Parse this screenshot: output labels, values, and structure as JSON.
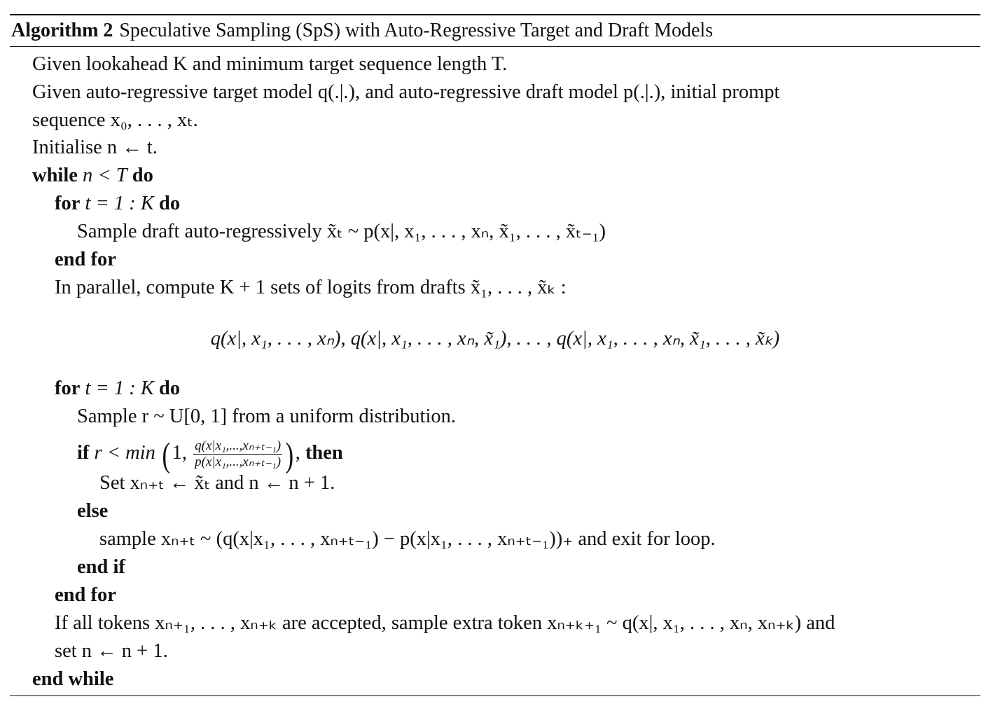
{
  "algorithm": {
    "label": "Algorithm 2",
    "title": "Speculative Sampling (SpS) with Auto-Regressive Target and Draft Models"
  },
  "keywords": {
    "while": "while",
    "do": "do",
    "for": "for",
    "end_for": "end for",
    "if": "if",
    "then": "then",
    "else": "else",
    "end_if": "end if",
    "end_while": "end while"
  },
  "lines": {
    "given_lookahead": "Given lookahead K and minimum target sequence length T.",
    "given_models_1": "Given auto-regressive target model q(.|.), and auto-regressive draft model p(.|.), initial prompt",
    "given_models_2": "sequence x₀, . . . , xₜ.",
    "initialise": "Initialise n ← t.",
    "while_cond": "n < T",
    "for_range": "t = 1 : K",
    "sample_draft": "Sample draft auto-regressively x̃ₜ ~ p(x|, x₁, . . . , xₙ, x̃₁, . . . , x̃ₜ₋₁)",
    "in_parallel": "In parallel, compute K + 1 sets of logits from drafts x̃₁, . . . , x̃ₖ :",
    "display_logits": "q(x|, x₁, . . . , xₙ),  q(x|, x₁, . . . , xₙ, x̃₁),  . . . ,  q(x|, x₁, . . . , xₙ, x̃₁, . . . , x̃ₖ)",
    "sample_uniform": "Sample r ~ U[0, 1] from a uniform distribution.",
    "if_cond_prefix": "r < min",
    "if_frac_num": "q(x|x₁,...,xₙ₊ₜ₋₁)",
    "if_frac_den": "p(x|x₁,...,xₙ₊ₜ₋₁)",
    "set_accept": "Set xₙ₊ₜ ← x̃ₜ and n ← n + 1.",
    "sample_reject": "sample xₙ₊ₜ ~ (q(x|x₁, . . . , xₙ₊ₜ₋₁) − p(x|x₁, . . . , xₙ₊ₜ₋₁))₊ and exit for loop.",
    "all_accepted_1": "If all tokens xₙ₊₁, . . . , xₙ₊ₖ are accepted, sample extra token xₙ₊ₖ₊₁ ~ q(x|, x₁, . . . , xₙ, xₙ₊ₖ) and",
    "all_accepted_2": "set n ← n + 1."
  }
}
